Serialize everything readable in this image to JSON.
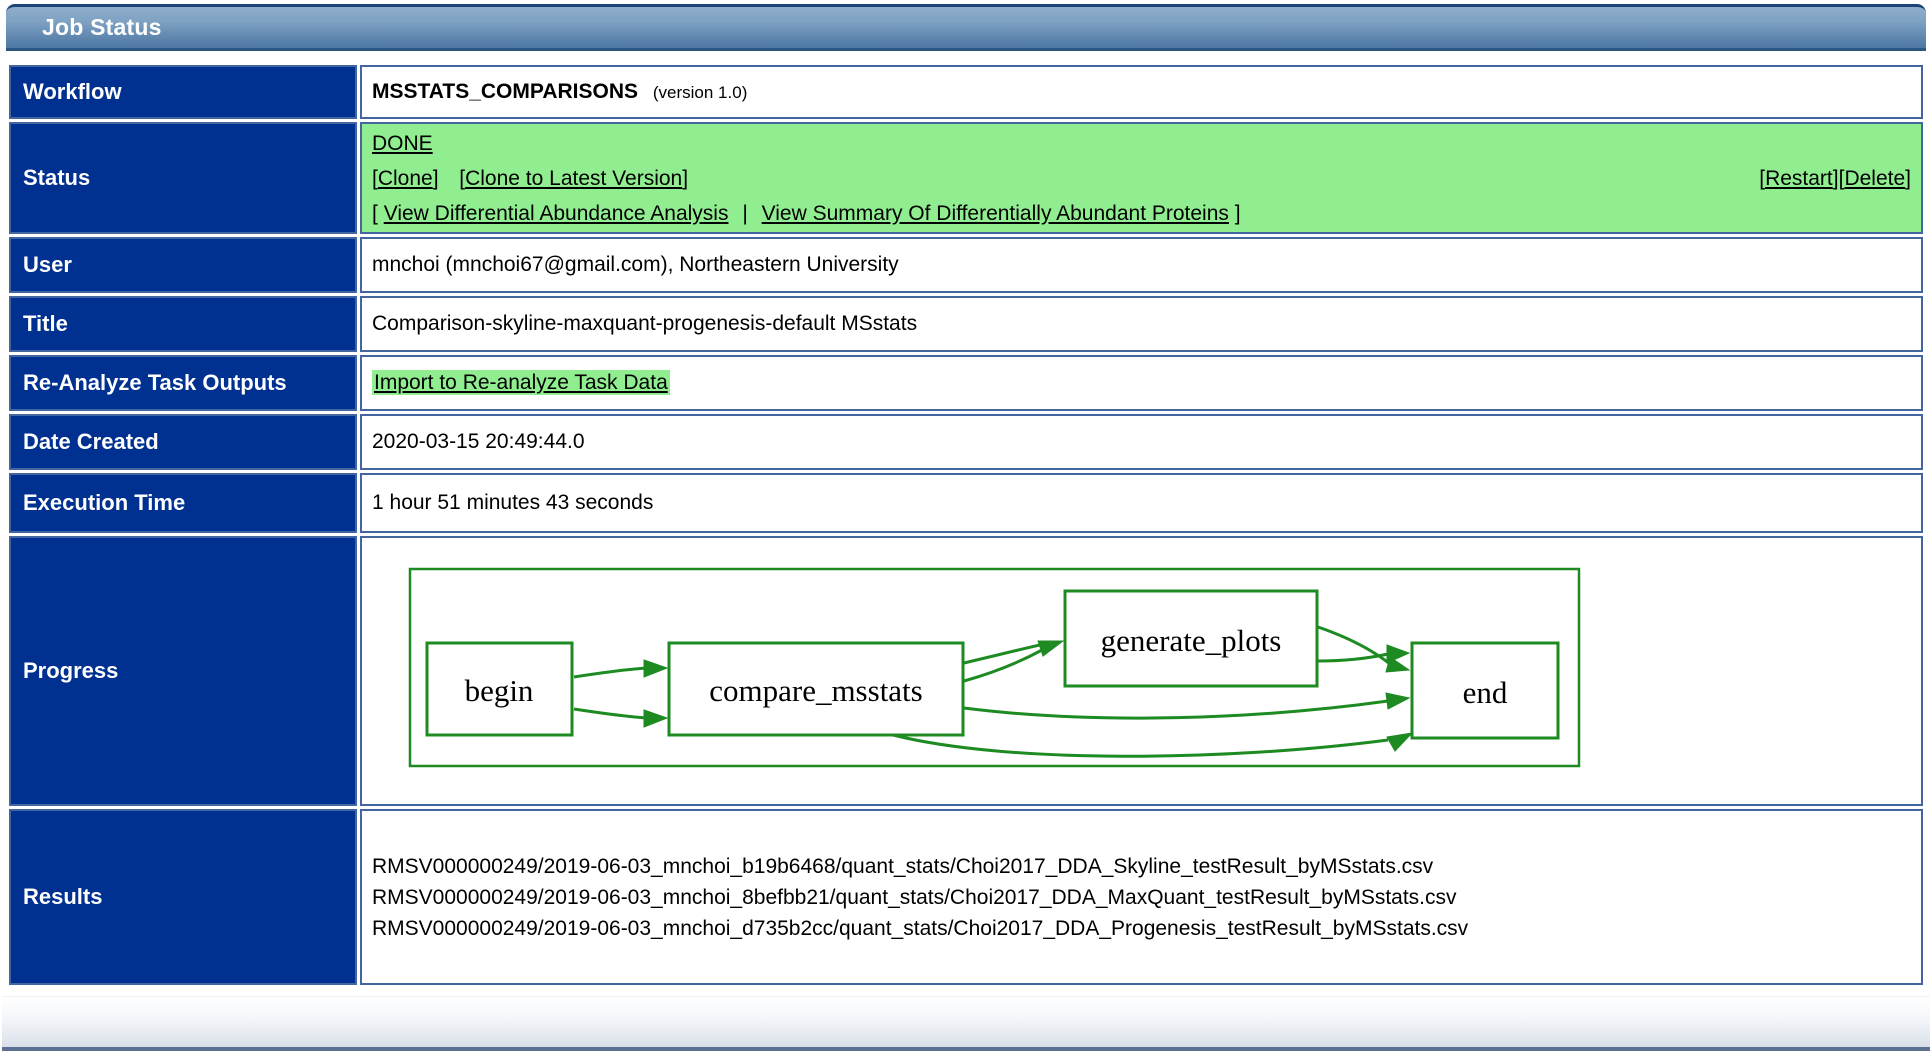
{
  "header": {
    "title": "Job Status"
  },
  "chars": {
    "lb": "[",
    "rb": "]",
    "pipe": "|"
  },
  "colors": {
    "left_column_bg": "#003090",
    "status_bg": "#90ee90",
    "diagram_green": "#1e8b22",
    "table_border": "#4466a0"
  },
  "rows": {
    "workflow": {
      "label": "Workflow",
      "name": "MSSTATS_COMPARISONS",
      "version": "(version 1.0)"
    },
    "status": {
      "label": "Status",
      "state_link": "DONE",
      "clone_link": "Clone",
      "clone_latest_link": "Clone to Latest Version",
      "restart_link": "Restart",
      "delete_link": "Delete",
      "view_da_link": "View Differential Abundance Analysis",
      "view_summary_link": "View Summary Of Differentially Abundant Proteins"
    },
    "user": {
      "label": "User",
      "value": "mnchoi (mnchoi67@gmail.com), Northeastern University"
    },
    "title": {
      "label": "Title",
      "value": "Comparison-skyline-maxquant-progenesis-default MSstats"
    },
    "reanalyze": {
      "label": "Re-Analyze Task Outputs",
      "link": "Import to Re-analyze Task Data"
    },
    "date_created": {
      "label": "Date Created",
      "value": "2020-03-15 20:49:44.0"
    },
    "execution_time": {
      "label": "Execution Time",
      "value": "1 hour 51 minutes 43 seconds"
    },
    "progress": {
      "label": "Progress",
      "diagram": {
        "nodes": [
          {
            "id": "begin",
            "label": "begin"
          },
          {
            "id": "compare_msstats",
            "label": "compare_msstats"
          },
          {
            "id": "generate_plots",
            "label": "generate_plots"
          },
          {
            "id": "end",
            "label": "end"
          }
        ],
        "edges": [
          {
            "from": "begin",
            "to": "compare_msstats"
          },
          {
            "from": "begin",
            "to": "compare_msstats"
          },
          {
            "from": "compare_msstats",
            "to": "generate_plots"
          },
          {
            "from": "generate_plots",
            "to": "end"
          },
          {
            "from": "generate_plots",
            "to": "end"
          },
          {
            "from": "compare_msstats",
            "to": "end"
          },
          {
            "from": "compare_msstats",
            "to": "end"
          }
        ]
      }
    },
    "results": {
      "label": "Results",
      "files": [
        "RMSV000000249/2019-06-03_mnchoi_b19b6468/quant_stats/Choi2017_DDA_Skyline_testResult_byMSstats.csv",
        "RMSV000000249/2019-06-03_mnchoi_8befbb21/quant_stats/Choi2017_DDA_MaxQuant_testResult_byMSstats.csv",
        "RMSV000000249/2019-06-03_mnchoi_d735b2cc/quant_stats/Choi2017_DDA_Progenesis_testResult_byMSstats.csv"
      ]
    }
  }
}
